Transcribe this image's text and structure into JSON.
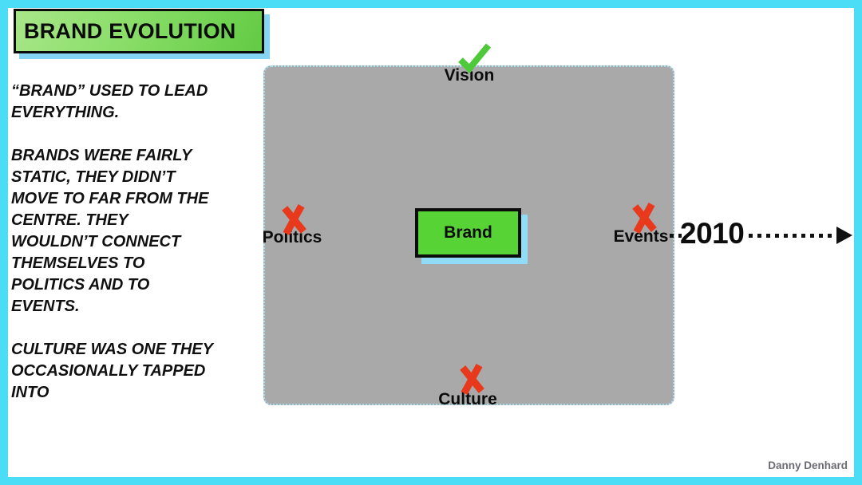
{
  "slide": {
    "title": "BRAND EVOLUTION",
    "intro_paragraphs": [
      {
        "lines": [
          "“BRAND” USED TO LEAD",
          "EVERYTHING."
        ]
      },
      {
        "lines": [
          "BRANDS WERE FAIRLY",
          "STATIC, THEY DIDN’T",
          "MOVE TO FAR FROM THE",
          "CENTRE. THEY",
          "WOULDN’T CONNECT",
          "THEMSELVES TO",
          "POLITICS AND TO",
          "EVENTS."
        ]
      },
      {
        "lines": [
          "CULTURE WAS ONE THEY",
          "OCCASIONALLY TAPPED",
          "INTO"
        ]
      }
    ],
    "credit": "Danny Denhard"
  },
  "diagram": {
    "center_label": "Brand",
    "year": "2010",
    "nodes": [
      {
        "label": "Vision",
        "position": "top",
        "status": "check-icon"
      },
      {
        "label": "Politics",
        "position": "left",
        "status": "cross-icon"
      },
      {
        "label": "Events",
        "position": "right",
        "status": "cross-icon"
      },
      {
        "label": "Culture",
        "position": "bottom",
        "status": "cross-icon"
      }
    ]
  },
  "colors": {
    "frame_cyan": "#4bdcf6",
    "title_green_light": "#a8e689",
    "title_green_dark": "#63cb44",
    "panel_gray": "#a9a9a9",
    "panel_dotted_border": "#a5ddf2",
    "brand_green": "#57d336",
    "shadow_blue": "#90dcf8",
    "check_green": "#4ec93a",
    "cross_red": "#e8391c",
    "arrow_black": "#111111",
    "credit_gray": "#6b6b74"
  }
}
